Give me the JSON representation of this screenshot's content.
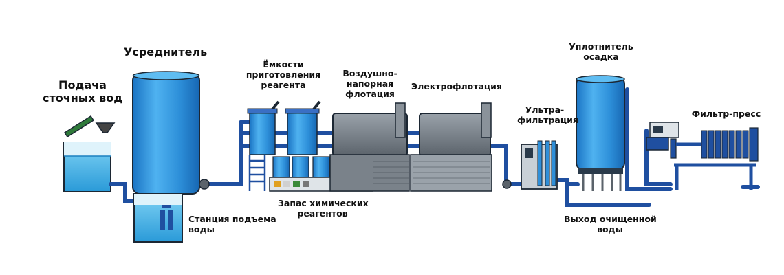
{
  "labels": {
    "feed": [
      "Подача",
      "сточных вод"
    ],
    "equalizer": "Усреднитель",
    "reagent_tanks": [
      "Ёмкости",
      "приготовления",
      "реагента"
    ],
    "daf": [
      "Воздушно-",
      "напорная",
      "флотация"
    ],
    "electroflotation": "Электрофлотация",
    "ultrafiltration": [
      "Ультра-",
      "фильтрация"
    ],
    "thickener": [
      "Уплотнитель",
      "осадка"
    ],
    "filter_press": "Фильтр-пресс",
    "pump_station": [
      "Станция подъема",
      "воды"
    ],
    "chem_stock": [
      "Запас химических",
      "реагентов"
    ],
    "clean_out": [
      "Выход очищенной",
      "воды"
    ]
  },
  "colors": {
    "pipe": "#1f4fa0",
    "water": "#2aa0de",
    "tank_body": "#2f8fd8",
    "machine_gray": "#6f7780",
    "outline": "#1c2733"
  }
}
